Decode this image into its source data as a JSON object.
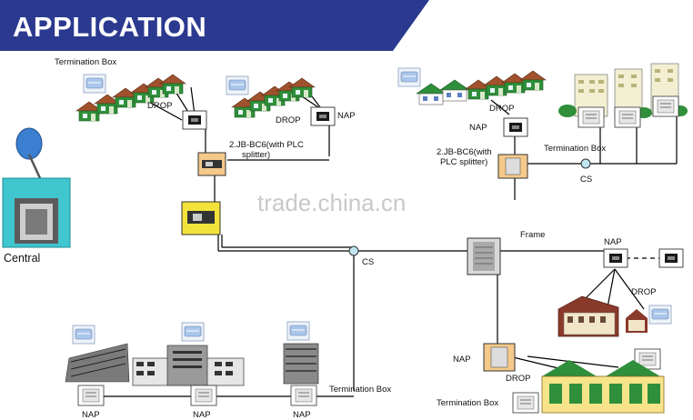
{
  "header": {
    "title": "APPLICATION"
  },
  "labels": {
    "central": "Central",
    "termination_box_1": "Termination  Box",
    "drop_1": "DROP",
    "drop_2": "DROP",
    "nap_top": "NAP",
    "splitter_left_line1": "2.JB-BC6(with PLC",
    "splitter_left_line2": "splitter)",
    "drop_right": "DROP",
    "nap_right_top": "NAP",
    "splitter_right_line1": "2.JB-BC6(with",
    "splitter_right_line2": "PLC splitter)",
    "termination_box_right": "Termination Box",
    "cs_right": "CS",
    "cs_center": "CS",
    "frame": "Frame",
    "nap_frame": "NAP",
    "drop_frame": "DROP",
    "nap_bottom_right": "NAP",
    "drop_bottom_right": "DROP",
    "termination_box_bottom_right": "Termination  Box",
    "termination_box_bottom": "Termination Box",
    "nap_bottom_1": "NAP",
    "nap_bottom_2": "NAP",
    "nap_bottom_3": "NAP"
  },
  "watermark": "trade.china.cn",
  "colors": {
    "banner": "#2b3a8f",
    "roof": "#a0522d",
    "house_green": "#2f8f3a",
    "line": "#000000",
    "splitter_bg": "#f5c98a",
    "splitter_yellow": "#f2e33a"
  }
}
